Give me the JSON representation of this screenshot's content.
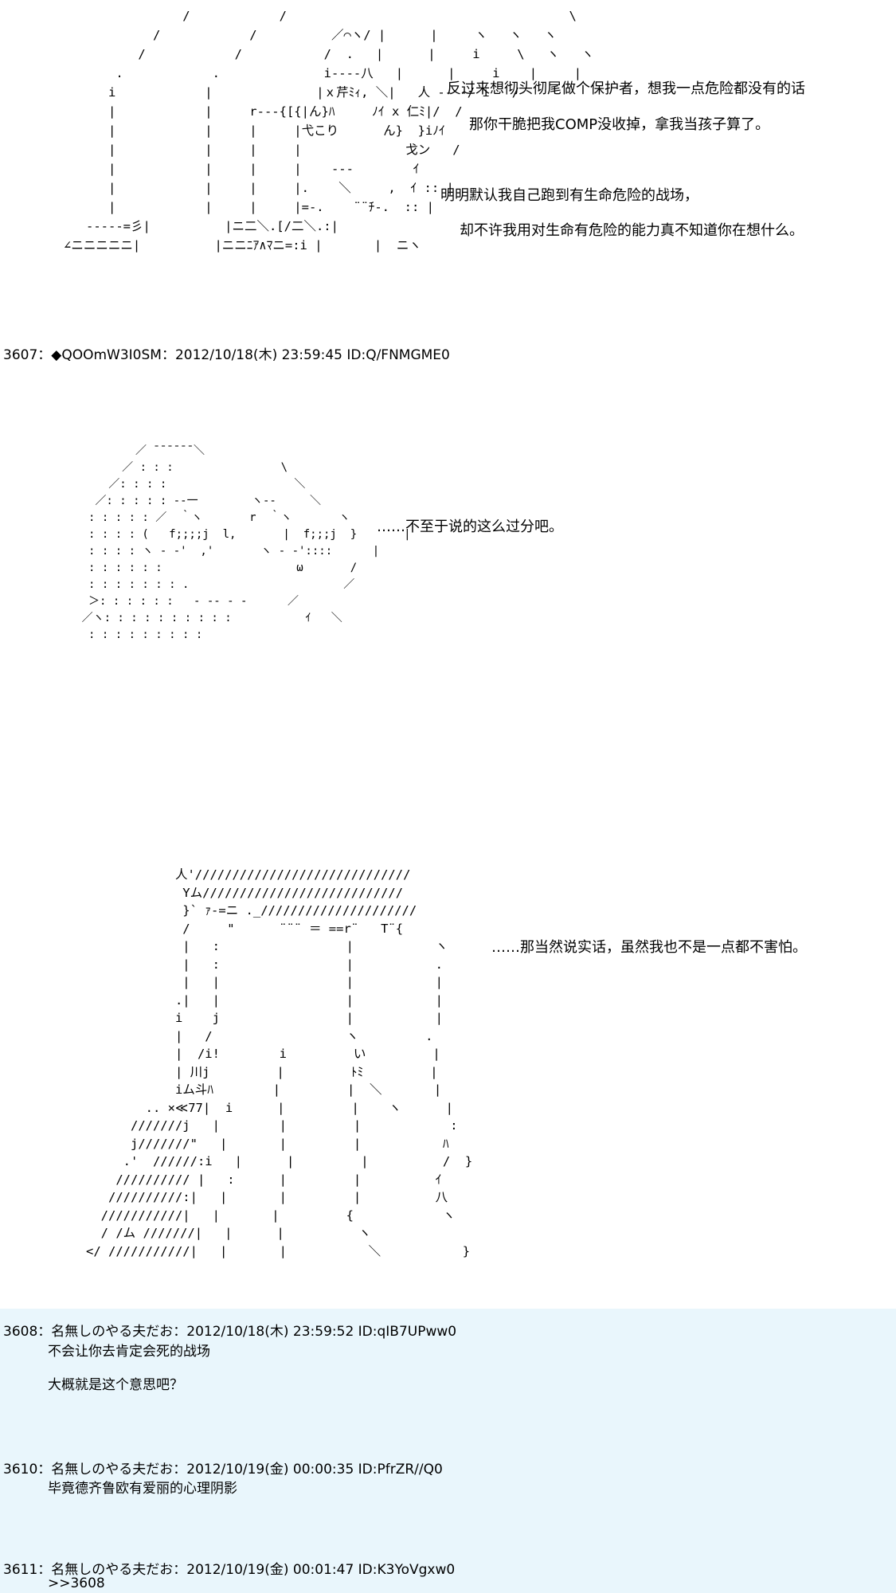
{
  "post_3606": {
    "art": "                   /            /                                      \\\n               /            /          ／⌒ヽ/ |      |     ヽ   ヽ   ヽ\n             /            /           /  .   |      |     i     \\   ヽ   ヽ\n          .            .              i----八   |      |     i    |     |\n         i            |              |ｘ芹ﾐｨ, ＼|   人 -- ‐/ i   /\n         |            |     r---{[{|ん}ﾊ     ﾉｲ x 仁ﾐ|/  /\n         |            |     |     |弋こり      ん}  }iﾉｲ\n         |            |     |     |              戈ン   /\n         |            |     |     |    ‐‐‐        ｲ\n         |            |     |     |.    ＼     ,  ｲ :: |\n         |            |     |     |=-.    ¨¨ﾁ-.  :: |\n      --‐‐‐=彡|          |ニ二＼.[/二＼.:|\n   ∠ニニニニニ|          |ニニﾆｱ∧ﾏニ=:i |       |  ニヽ",
    "dialogue": [
      "反过来想彻头彻尾做个保护者，想我一点危险都没有的话",
      "那你干脆把我COMP没收掉，拿我当孩子算了。",
      "明明默认我自己跑到有生命危险的战场，",
      "却不许我用对生命有危险的能力真不知道你在想什么。"
    ]
  },
  "post_3607": {
    "header": "3607：◆QOOmW3I0SM：2012/10/18(木) 23:59:45 ID:Q/FNMGME0",
    "art": "              ／ ̄ ̄ ̄ ̄ ̄ ̄ ＼\n            ／ : : :                \\\n          ／: : : :                   ＼\n        ／: : : : : ‐‐一        ヽ‐‐     ＼\n       : : : : : ／  ｀ヽ       r  ｀ヽ       ヽ\n       : : : : (   f;;;;j  l,       |  f;;;j  }       |\n       : : : : ヽ ‐ -'  ,'       ヽ - ‐'::::      |\n       : : : : : :                    ω       /\n       : : : : : : : .                       ／\n       ＞: : : : : :   ‐ ‐‐ ‐ ‐      ／\n      ／ヽ: : : : : : : : : :           ｲ   ＼\n       : : : : : : : : :",
    "dialogue": "……不至于说的这么过分吧。"
  },
  "post_3607b": {
    "art": "                  人'/////////////////////////////\n                   Yム///////////////////////////\n                   }` ｧ-=ニ ._/////////////////////\n                   /     \"      ¨¨¨ ＝ ==r¨   T¨{\n                   |   :                 |           ヽ\n                   |   :                 |           .\n                   |   |                 |           |\n                  .|   |                 |           |\n                  i    j                 |           |\n                  |   /                  ヽ         .\n                  |  /i!        i         い         |\n                  | 川j         |         ﾄﾐ         |\n                  iム斗ﾊ        |         |  ＼       |\n              .. ×≪77|  i      |         |    ヽ      |\n            ///////j   |        |         |            :\n            j///////\"   |       |         |           ﾊ\n           .'  //////:i   |      |         |          /  }\n          ////////// |   :      |         |          ｲ\n         //////////:|   |       |         |          八\n        ///////////|   |       |         {            ヽ\n        / /ム ///////|   |      |          ヽ\n      </ ///////////|   |       |           ＼           }",
    "dialogue": "……那当然说实话，虽然我也不是一点都不害怕。"
  },
  "replies": [
    {
      "header": "3608：名無しのやる夫だお：2012/10/18(木) 23:59:52 ID:qIB7UPww0",
      "lines": [
        "不会让你去肯定会死的战场",
        "大概就是这个意思吧？"
      ]
    },
    {
      "header": "3610：名無しのやる夫だお：2012/10/19(金) 00:00:35 ID:PfrZR//Q0",
      "lines": [
        "毕竟德齐鲁欧有爱丽的心理阴影"
      ]
    },
    {
      "header": "3611：名無しのやる夫だお：2012/10/19(金) 00:01:47 ID:K3YoVgxw0",
      "lines": [
        ">>3608"
      ]
    }
  ]
}
